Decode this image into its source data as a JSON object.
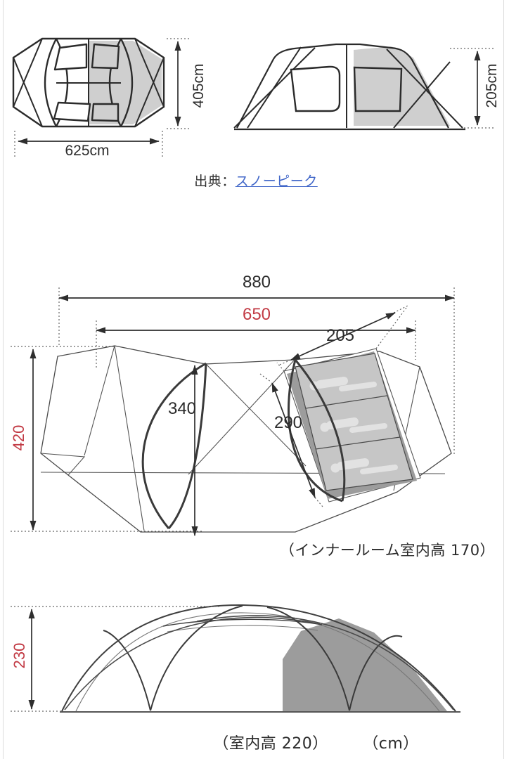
{
  "page": {
    "background": "#ffffff",
    "side_border_color": "#dcdcdc"
  },
  "colors": {
    "accent_red": "#c23a44",
    "line_dark": "#2b2b2b",
    "dimension_line": "#2e2e2e",
    "gray_fill_light": "#cfcfcf",
    "gray_fill_mid": "#9c9c9c",
    "link_blue": "#4066c8"
  },
  "source_line": {
    "prefix": "出典：",
    "link_label": "スノーピーク"
  },
  "top_view_diagram": {
    "width": "625cm",
    "depth": "405cm"
  },
  "side_view_diagram": {
    "height": "205cm"
  },
  "perspective_diagram": {
    "overall_width": "880",
    "inner_width": "650",
    "inner_room_depth": "205",
    "center_width": "340",
    "inner_room_width": "290",
    "overall_depth": "420",
    "caption": "（インナールーム室内高 170）"
  },
  "front_elevation_diagram": {
    "outer_height": "230",
    "caption_room_height": "（室内高 220）",
    "caption_unit": "（cm）"
  }
}
